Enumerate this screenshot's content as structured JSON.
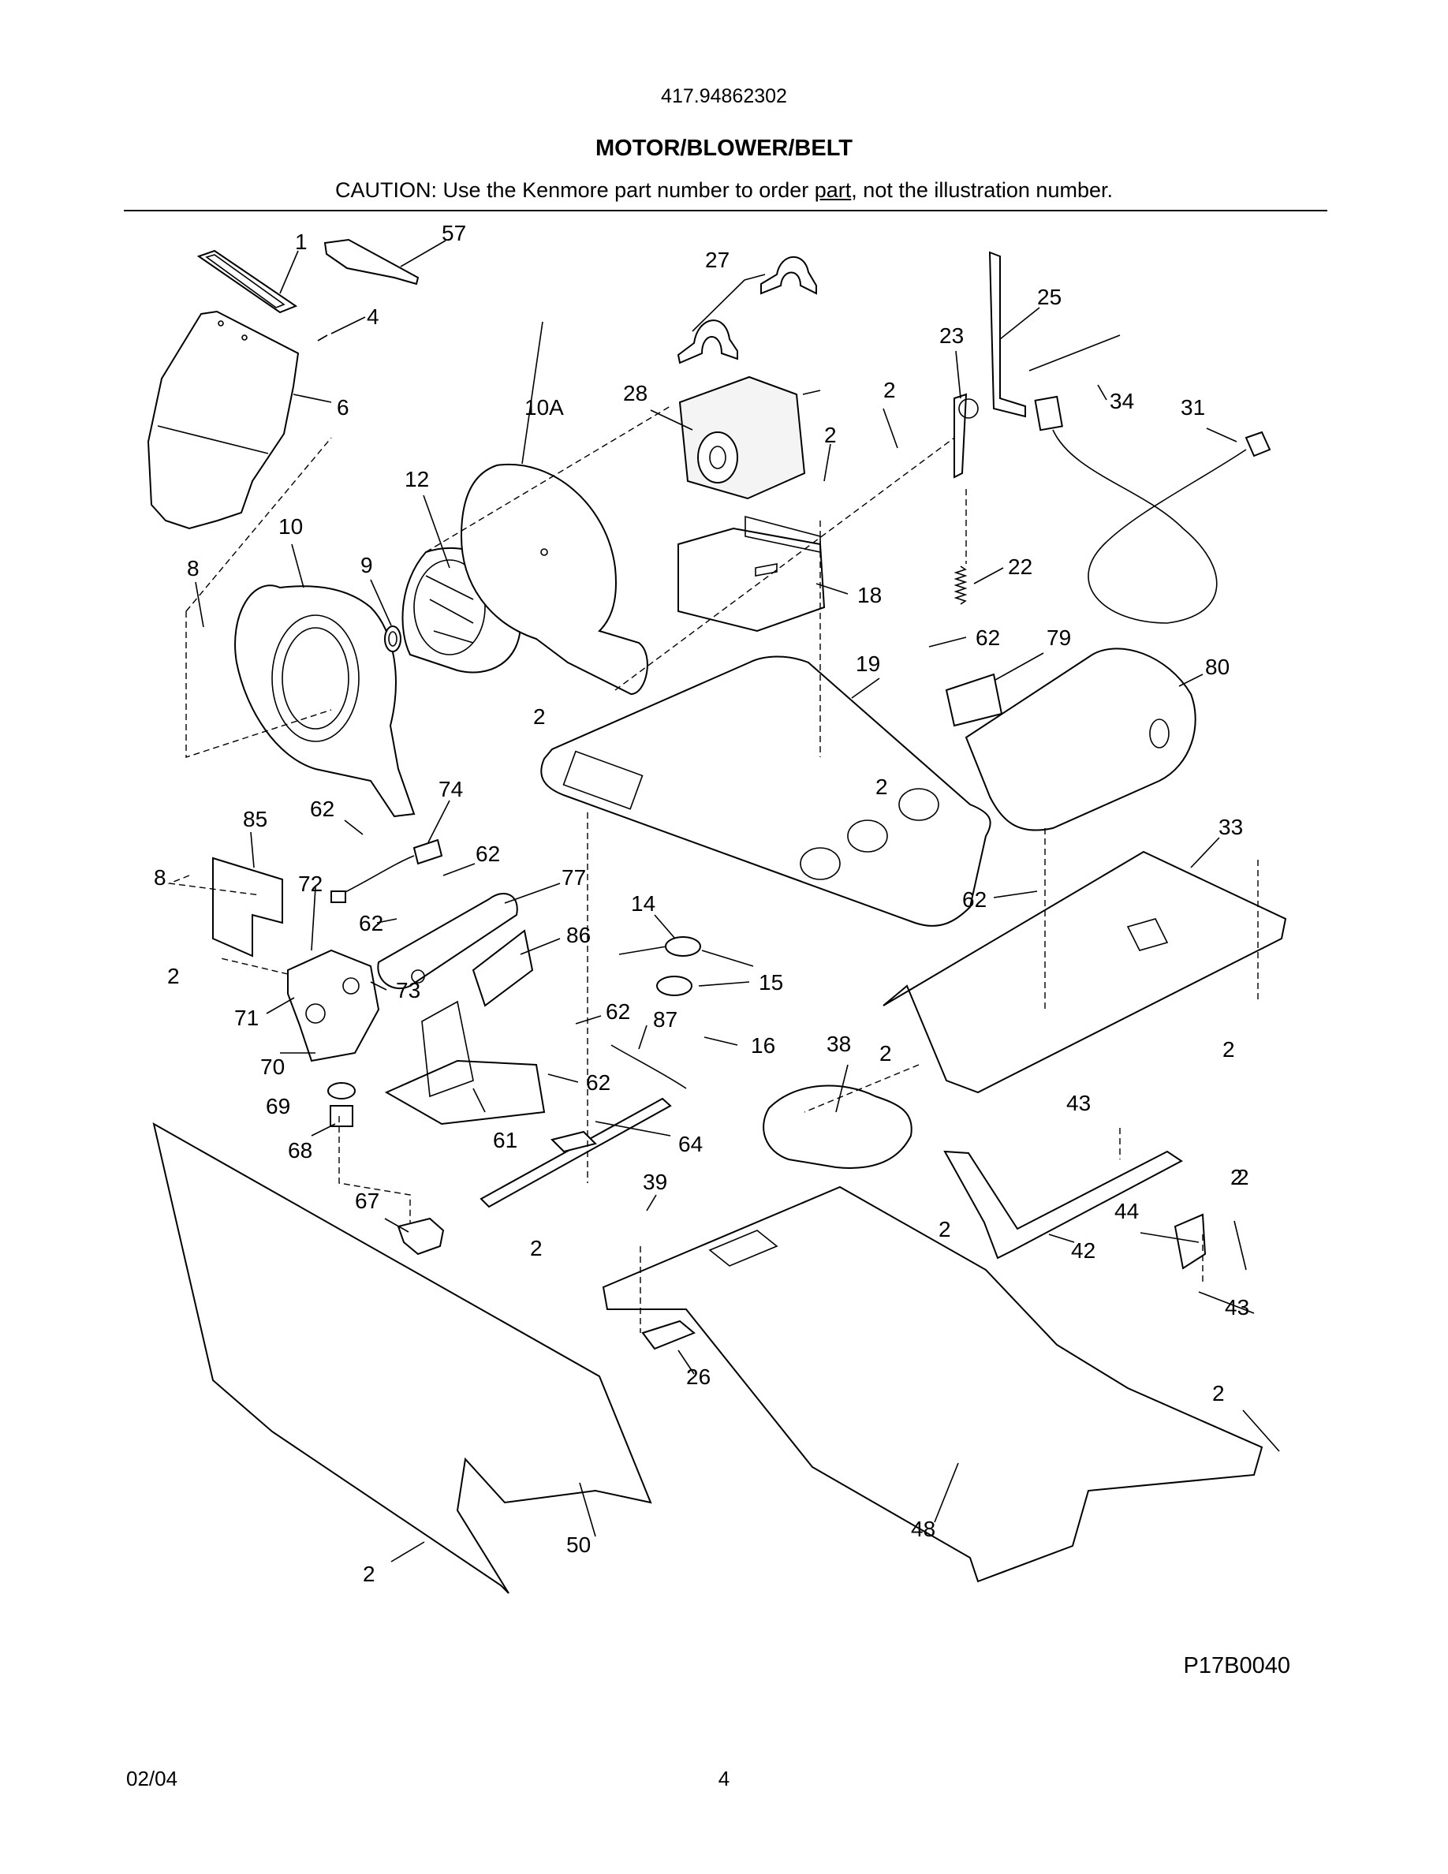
{
  "header": {
    "model_number": "417.94862302",
    "title": "MOTOR/BLOWER/BELT",
    "caution_before": "CAUTION: Use the Kenmore part number to order ",
    "caution_link": "part",
    "caution_after": ", not the illustration number."
  },
  "callouts": [
    "1",
    "57",
    "4",
    "6",
    "10A",
    "12",
    "10",
    "9",
    "8",
    "2",
    "27",
    "28",
    "2",
    "2",
    "23",
    "25",
    "34",
    "31",
    "22",
    "18",
    "19",
    "62",
    "79",
    "80",
    "2",
    "85",
    "62",
    "74",
    "62",
    "8",
    "72",
    "77",
    "62",
    "14",
    "15",
    "2",
    "71",
    "73",
    "86",
    "62",
    "87",
    "16",
    "70",
    "69",
    "62",
    "61",
    "64",
    "68",
    "67",
    "39",
    "2",
    "2",
    "38",
    "2",
    "33",
    "62",
    "2",
    "43",
    "2",
    "2",
    "44",
    "42",
    "43",
    "26",
    "2",
    "48",
    "50",
    "2"
  ],
  "footer": {
    "illustration_code": "P17B0040",
    "date": "02/04",
    "page": "4"
  }
}
